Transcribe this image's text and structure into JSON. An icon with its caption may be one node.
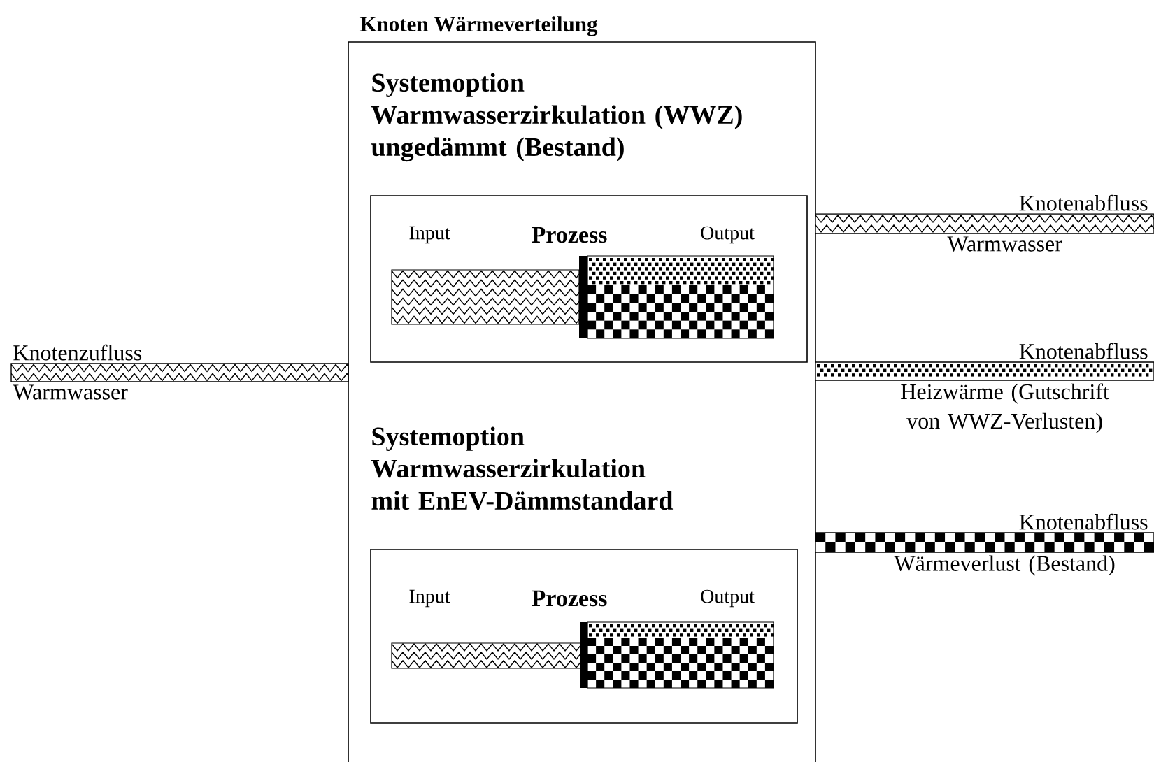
{
  "diagram": {
    "nodes": [
      {
        "text": [
          "Knoten Wärmeverteilung"
        ]
      },
      {
        "text": [
          "Systemoption Warmwasserzirkulation (WWZ) ungedämmt (Bestand)",
          "Input",
          "Prozess",
          "Output"
        ],
        "in": 0
      },
      {
        "text": [
          "Systemoption Warmwasserzirkulation mit EnEV-Dämmstandard",
          "Input",
          "Prozess",
          "Output"
        ],
        "in": 0
      },
      {
        "text": [],
        "shape": "bar",
        "beside": [
          "Knotenzufluss",
          "Warmwasser"
        ]
      },
      {
        "text": [],
        "shape": "bar",
        "beside": [
          "Knotenabfluss",
          "Warmwasser"
        ]
      },
      {
        "text": [],
        "shape": "bar",
        "beside": [
          "Knotenabfluss",
          "Heizwärme (Gutschrift von WWZ-Verlusten)"
        ]
      },
      {
        "text": [],
        "shape": "bar",
        "beside": [
          "Knotenabfluss",
          "Wärmeverlust (Bestand)"
        ]
      }
    ]
  }
}
